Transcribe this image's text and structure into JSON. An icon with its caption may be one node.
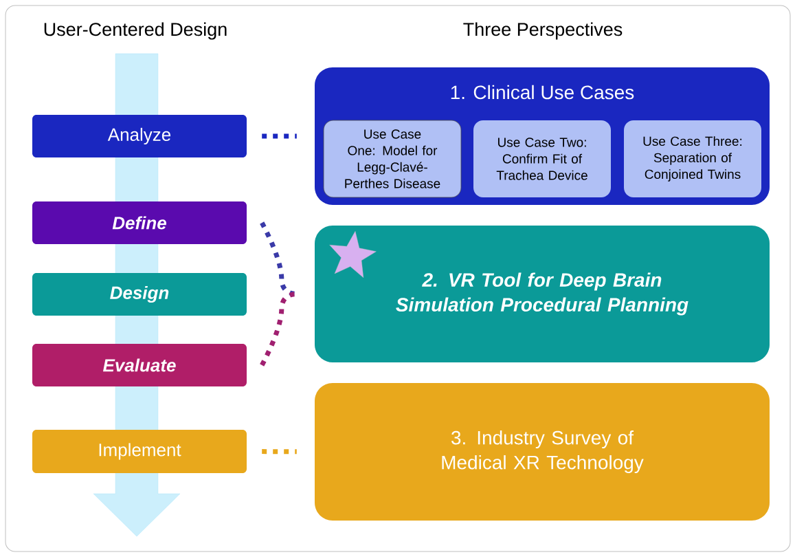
{
  "diagram": {
    "nodes": [
      {
        "text": [
          "Analyze"
        ]
      },
      {
        "text": [
          "Define"
        ]
      },
      {
        "text": [
          "Design"
        ]
      },
      {
        "text": [
          "Evaluate"
        ]
      },
      {
        "text": [
          "Implement"
        ]
      },
      {
        "text": [
          "1. Clinical Use Cases"
        ]
      },
      {
        "text": [
          "Use Case One: Model for Legg-Clavé-Perthes Disease"
        ],
        "in": 5
      },
      {
        "text": [
          "Use Case Two: Confirm Fit of Trachea Device"
        ],
        "in": 5
      },
      {
        "text": [
          "Use Case Three: Separation of Conjoined Twins"
        ],
        "in": 5
      },
      {
        "text": [
          "2. VR Tool for Deep Brain Simulation Procedural Planning"
        ]
      },
      {
        "text": [
          "3. Industry Survey of Medical XR Technology"
        ]
      }
    ],
    "edges": [
      {
        "from": 0,
        "to": 5,
        "arrow": "none",
        "style": "dashed",
        "color": "#1a27c0"
      },
      {
        "from": 1,
        "to": 9,
        "arrow": "none",
        "style": "dashed",
        "color": "#3a3aa8"
      },
      {
        "from": 3,
        "to": 9,
        "arrow": "none",
        "style": "dashed",
        "color": "#a02070"
      },
      {
        "from": 4,
        "to": 10,
        "arrow": "none",
        "style": "dashed",
        "color": "#e8a81c"
      }
    ],
    "labels": [
      "User-Centered Design",
      "Three Perspectives"
    ]
  }
}
